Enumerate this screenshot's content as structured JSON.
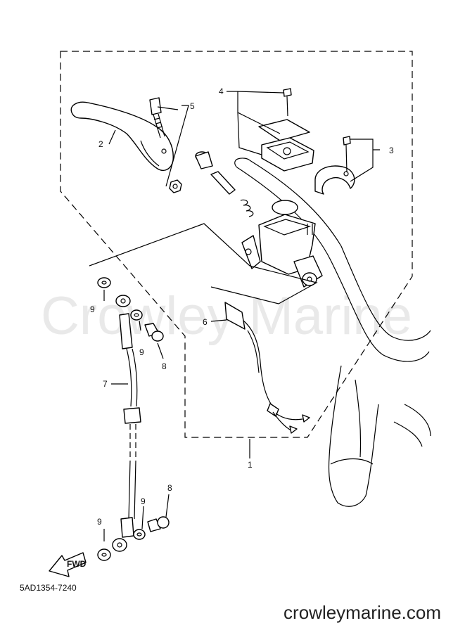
{
  "diagram": {
    "watermark": "Crowley Marine",
    "fwd_label": "FWD",
    "callouts": {
      "c1": "1",
      "c2": "2",
      "c3": "3",
      "c4": "4",
      "c5": "5",
      "c6": "6",
      "c7": "7",
      "c8a": "8",
      "c8b": "8",
      "c9a": "9",
      "c9b": "9",
      "c9c": "9",
      "c9d": "9"
    }
  },
  "footer": {
    "diagram_code": "5AD1354-7240",
    "site": "crowleymarine.com"
  }
}
